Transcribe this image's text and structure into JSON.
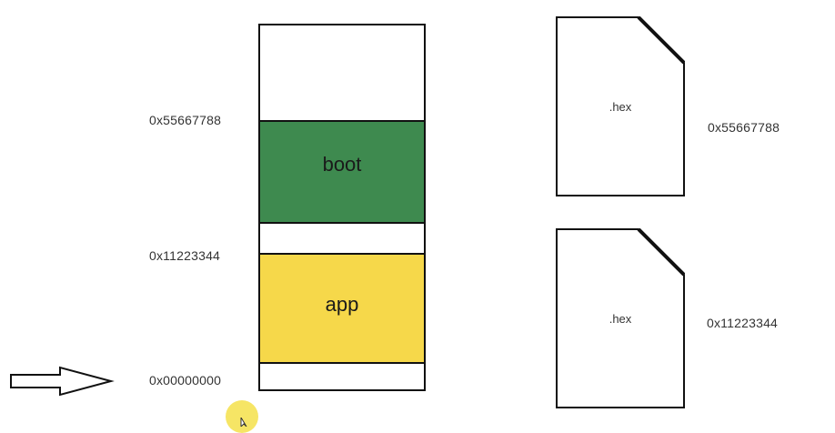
{
  "memory_map": {
    "address_top": "0x55667788",
    "address_mid": "0x11223344",
    "address_bottom": "0x00000000",
    "regions": {
      "boot_label": "boot",
      "app_label": "app"
    },
    "colors": {
      "boot": "#3e8a4f",
      "app": "#f6d84a"
    }
  },
  "files": [
    {
      "name": ".hex",
      "address": "0x55667788",
      "icon": "document-icon"
    },
    {
      "name": ".hex",
      "address": "0x11223344",
      "icon": "document-icon"
    }
  ],
  "pointer_arrow": {
    "icon": "right-arrow-icon"
  }
}
